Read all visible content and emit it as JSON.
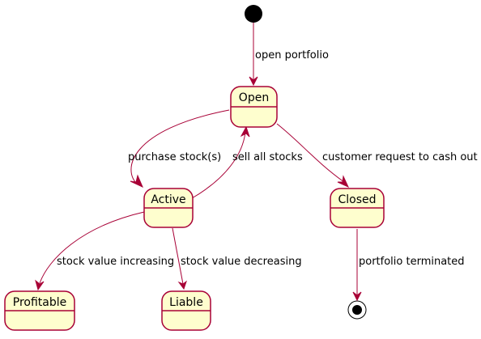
{
  "diagram": {
    "colors": {
      "state_fill": "#FEFECE",
      "state_border": "#A80036",
      "edge": "#A80036",
      "pseudo_state": "#000000"
    },
    "states": {
      "open": "Open",
      "active": "Active",
      "closed": "Closed",
      "profitable": "Profitable",
      "liable": "Liable"
    },
    "transitions": {
      "start_to_open": "open portfolio",
      "open_to_active": "purchase stock(s)",
      "active_to_open": "sell all stocks",
      "open_to_closed": "customer request to cash out",
      "active_to_profitable": "stock value increasing",
      "active_to_liable": "stock value decreasing",
      "closed_to_end": "portfolio terminated"
    }
  }
}
